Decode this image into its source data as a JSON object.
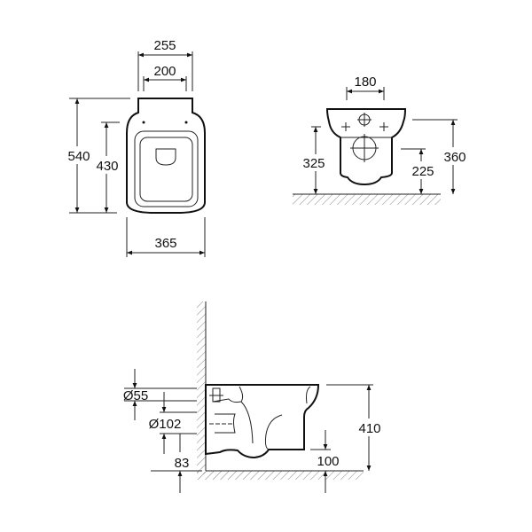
{
  "top_view": {
    "width_overall": "255",
    "width_seat": "200",
    "length_overall": "540",
    "length_bowl": "430",
    "width_bowl": "365"
  },
  "front_view": {
    "fixing_centers": "180",
    "height_fixing": "325",
    "height_top": "360",
    "height_outlet": "225"
  },
  "side_view": {
    "inlet_diameter": "Ø55",
    "outlet_diameter": "Ø102",
    "outlet_height": "83",
    "bowl_bottom_clearance": "100",
    "bowl_height": "410"
  }
}
